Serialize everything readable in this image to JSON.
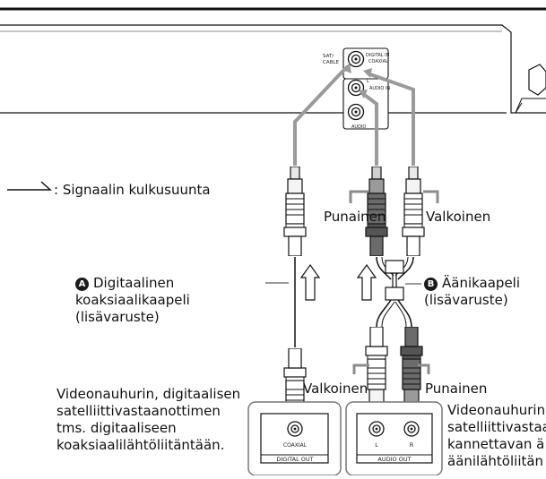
{
  "legend": {
    "text": ": Signaalin kulkusuunta"
  },
  "receiver": {
    "sat_cable": [
      "SAT/",
      "CABLE"
    ],
    "digital_in": [
      "DIGITAL IN",
      "COAXIAL"
    ],
    "l": "L",
    "audio_in": "AUDIO IN",
    "audio": "AUDIO"
  },
  "cable_a": {
    "marker": "A",
    "lines": [
      "Digitaalinen",
      "koaksiaalikaapeli",
      "(lisävaruste)"
    ]
  },
  "cable_b": {
    "marker": "B",
    "lines": [
      "Äänikaapeli",
      "(lisävaruste)"
    ]
  },
  "plug_labels": {
    "top_red": "Punainen",
    "top_white": "Valkoinen",
    "bottom_white": "Valkoinen",
    "bottom_red": "Punainen"
  },
  "source_left": {
    "lines": [
      "Videonauhurin, digitaalisen",
      "satelliittivastaanottimen",
      "tms. digitaaliseen",
      "koaksiaalilähtöliitäntään."
    ]
  },
  "source_right": {
    "lines": [
      "Videonauhurin",
      "satelliittivastaa",
      "kannettavan ä",
      "äänilähtöliitän"
    ]
  },
  "panel_left": {
    "coaxial": "COAXIAL",
    "title": "DIGITAL OUT"
  },
  "panel_right": {
    "l": "L",
    "r": "R",
    "title": "AUDIO OUT"
  }
}
